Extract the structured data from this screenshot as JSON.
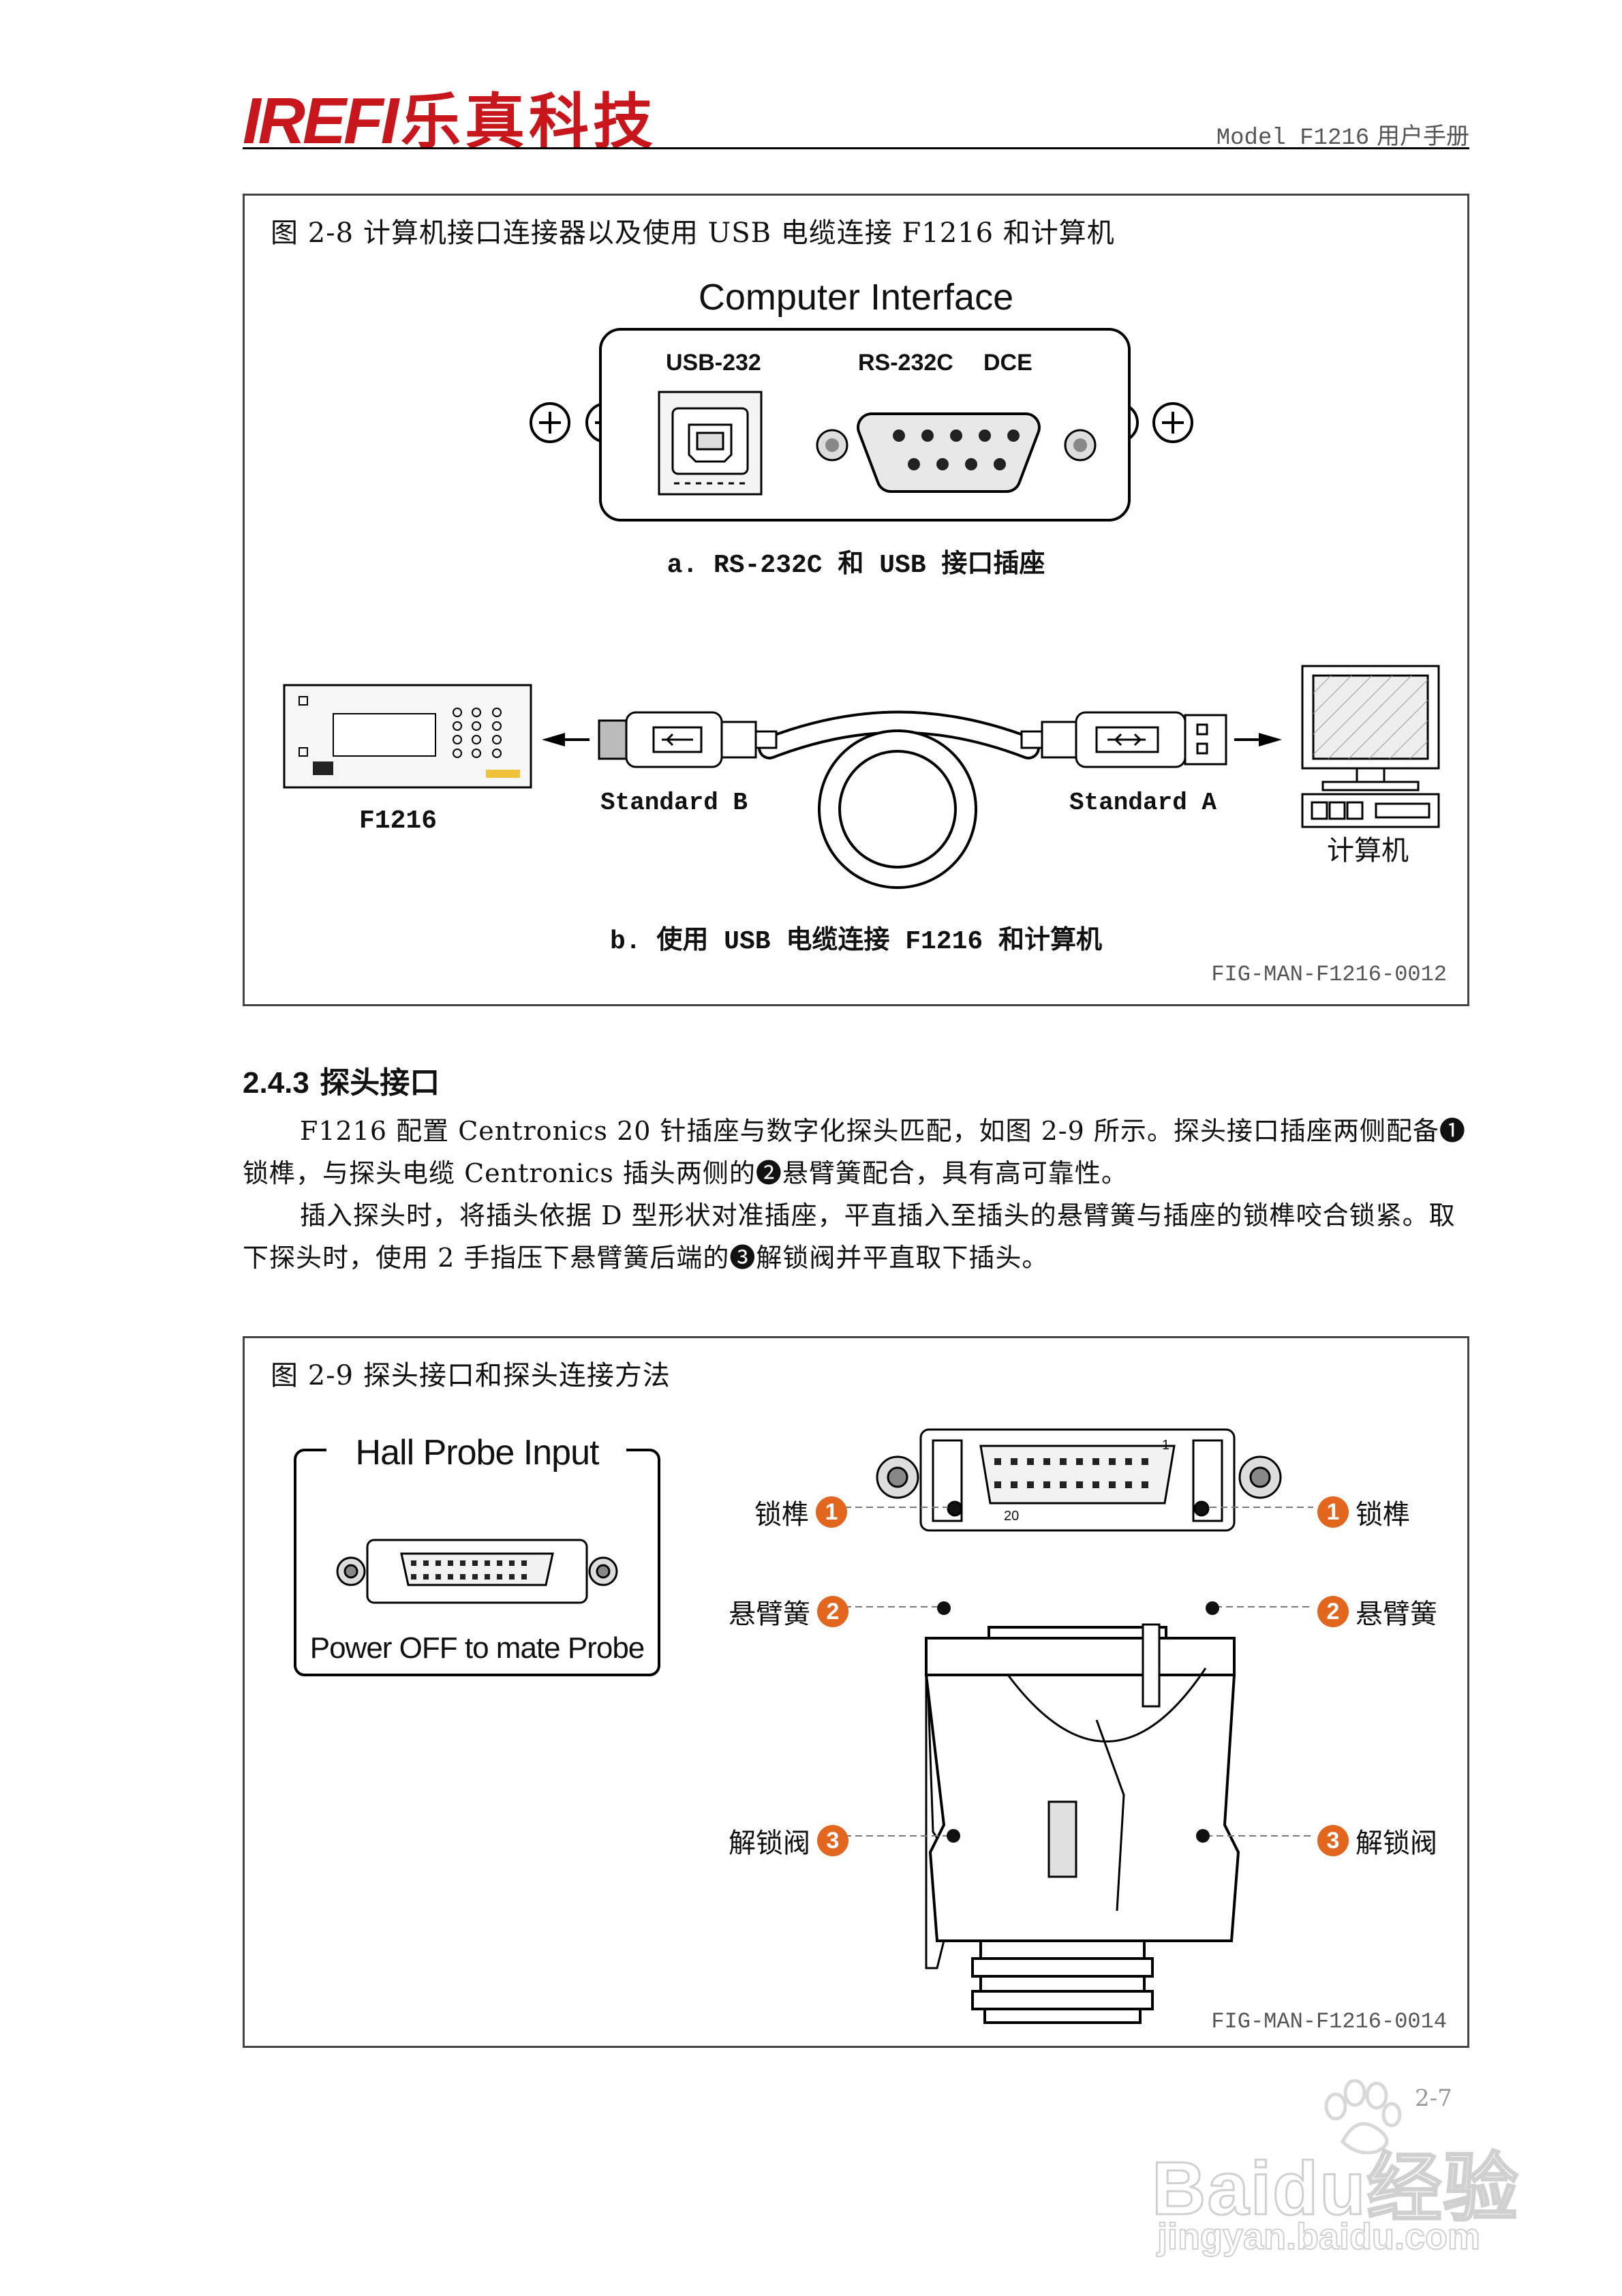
{
  "header": {
    "logo_text": "IREFI",
    "company": "乐真科技",
    "model": "Model F1216",
    "manual": "用户手册"
  },
  "fig1": {
    "caption": "图 2-8 计算机接口连接器以及使用 USB 电缆连接 F1216 和计算机",
    "panel_title": "Computer Interface",
    "usb_label": "USB-232",
    "rs_label": "RS-232C",
    "dce_label": "DCE",
    "sub_a": "a. RS-232C 和 USB 接口插座",
    "device_label": "F1216",
    "std_b": "Standard B",
    "std_a": "Standard A",
    "computer_label": "计算机",
    "sub_b": "b. 使用 USB 电缆连接 F1216 和计算机",
    "fig_id": "FIG-MAN-F1216-0012"
  },
  "section": {
    "number": "2.4.3",
    "title": "探头接口",
    "p1": "F1216 配置 Centronics 20 针插座与数字化探头匹配，如图 2-9 所示。探头接口插座两侧配备❶锁榫，与探头电缆 Centronics 插头两侧的❷悬臂簧配合，具有高可靠性。",
    "p2": "插入探头时，将插头依据 D 型形状对准插座，平直插入至插头的悬臂簧与插座的锁榫咬合锁紧。取下探头时，使用 2 手指压下悬臂簧后端的❸解锁阀并平直取下插头。"
  },
  "fig2": {
    "caption": "图 2-9 探头接口和探头连接方法",
    "panel_title": "Hall Probe Input",
    "panel_footer": "Power OFF to mate Probe",
    "pin_1": "1",
    "pin_20": "20",
    "callouts": {
      "lock": "锁榫",
      "spring": "悬臂簧",
      "release": "解锁阀",
      "n1": "1",
      "n2": "2",
      "n3": "3"
    },
    "fig_id": "FIG-MAN-F1216-0014"
  },
  "footer": {
    "page": "2-7",
    "watermark_main": "Baidu经验",
    "watermark_url": "jingyan.baidu.com"
  },
  "colors": {
    "accent": "#e2661d",
    "logo_red": "#c8161d"
  }
}
